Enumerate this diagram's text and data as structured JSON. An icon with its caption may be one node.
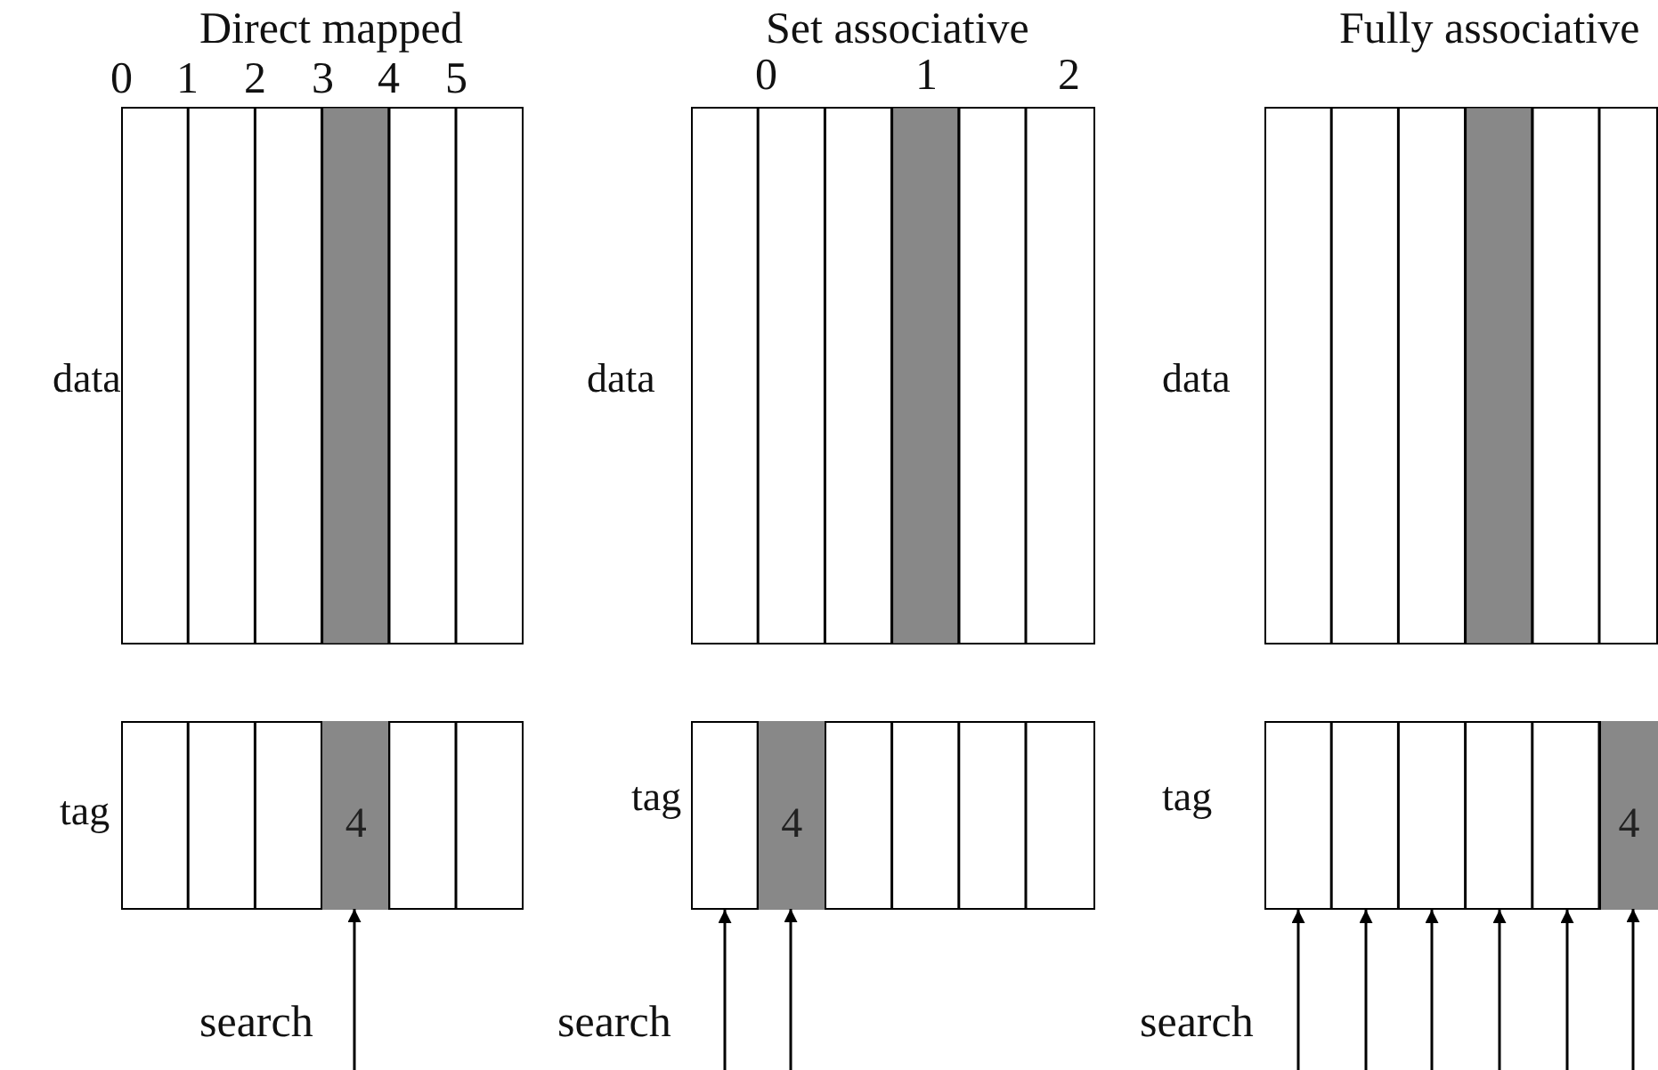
{
  "diagram": {
    "nodes": [
      {
        "text": [
          "data"
        ]
      },
      {
        "text": [
          "tag"
        ]
      },
      {
        "text": [
          "4"
        ],
        "in": 1
      },
      {
        "text": [
          "data"
        ]
      },
      {
        "text": [
          "tag"
        ]
      },
      {
        "text": [
          "4"
        ],
        "in": 4
      },
      {
        "text": [
          "data"
        ]
      },
      {
        "text": [
          "tag"
        ]
      },
      {
        "text": [
          "4"
        ],
        "in": 7
      }
    ],
    "edges": [
      {
        "from": null,
        "to": 2,
        "arrow": "to"
      },
      {
        "from": null,
        "to": 4,
        "arrow": "to"
      },
      {
        "from": null,
        "to": 5,
        "arrow": "to"
      },
      {
        "from": null,
        "to": 7,
        "arrow": "to"
      },
      {
        "from": null,
        "to": 7,
        "arrow": "to"
      },
      {
        "from": null,
        "to": 7,
        "arrow": "to"
      },
      {
        "from": null,
        "to": 7,
        "arrow": "to"
      },
      {
        "from": null,
        "to": 7,
        "arrow": "to"
      },
      {
        "from": null,
        "to": 8,
        "arrow": "to"
      }
    ],
    "labels": [
      "Direct mapped",
      "Set associative",
      "Fully associative",
      "0",
      "1",
      "2",
      "3",
      "4",
      "5",
      "0",
      "1",
      "2",
      "search",
      "search",
      "search"
    ]
  }
}
